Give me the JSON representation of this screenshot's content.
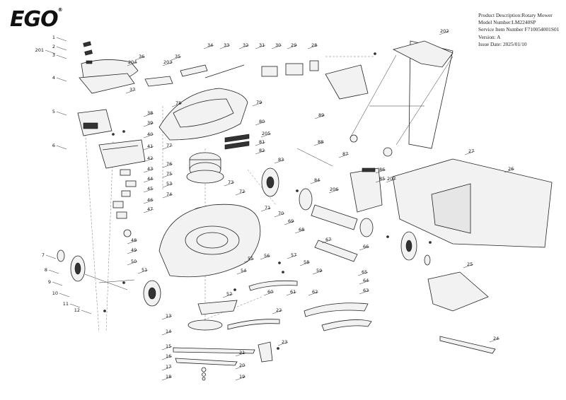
{
  "logo": "EGO",
  "logo_mark": "®",
  "info": {
    "description": "Product Description:Rotary Mower",
    "model": "Model Number:LM2240SP",
    "service_item": "Service Item Number F710054001S01",
    "version": "Version: A",
    "issue_date": "Issue Date: 2025/01/10"
  },
  "callouts": [
    "1",
    "2",
    "3",
    "201",
    "4",
    "36",
    "204",
    "35",
    "203",
    "37",
    "38",
    "39",
    "5",
    "40",
    "6",
    "41",
    "42",
    "43",
    "44",
    "45",
    "46",
    "47",
    "48",
    "49",
    "50",
    "34",
    "33",
    "32",
    "31",
    "30",
    "29",
    "28",
    "78",
    "79",
    "80",
    "81",
    "82",
    "205",
    "77",
    "76",
    "75",
    "74",
    "53",
    "73",
    "72",
    "71",
    "70",
    "69",
    "68",
    "67",
    "66",
    "65",
    "64",
    "63",
    "62",
    "61",
    "60",
    "59",
    "58",
    "57",
    "56",
    "55",
    "54",
    "52",
    "51",
    "83",
    "84",
    "85",
    "86",
    "87",
    "88",
    "89",
    "202",
    "207",
    "206",
    "27",
    "26",
    "25",
    "24",
    "23",
    "22",
    "21",
    "20",
    "19",
    "18",
    "17",
    "16",
    "15",
    "14",
    "13",
    "12",
    "11",
    "10",
    "9",
    "8",
    "7"
  ]
}
